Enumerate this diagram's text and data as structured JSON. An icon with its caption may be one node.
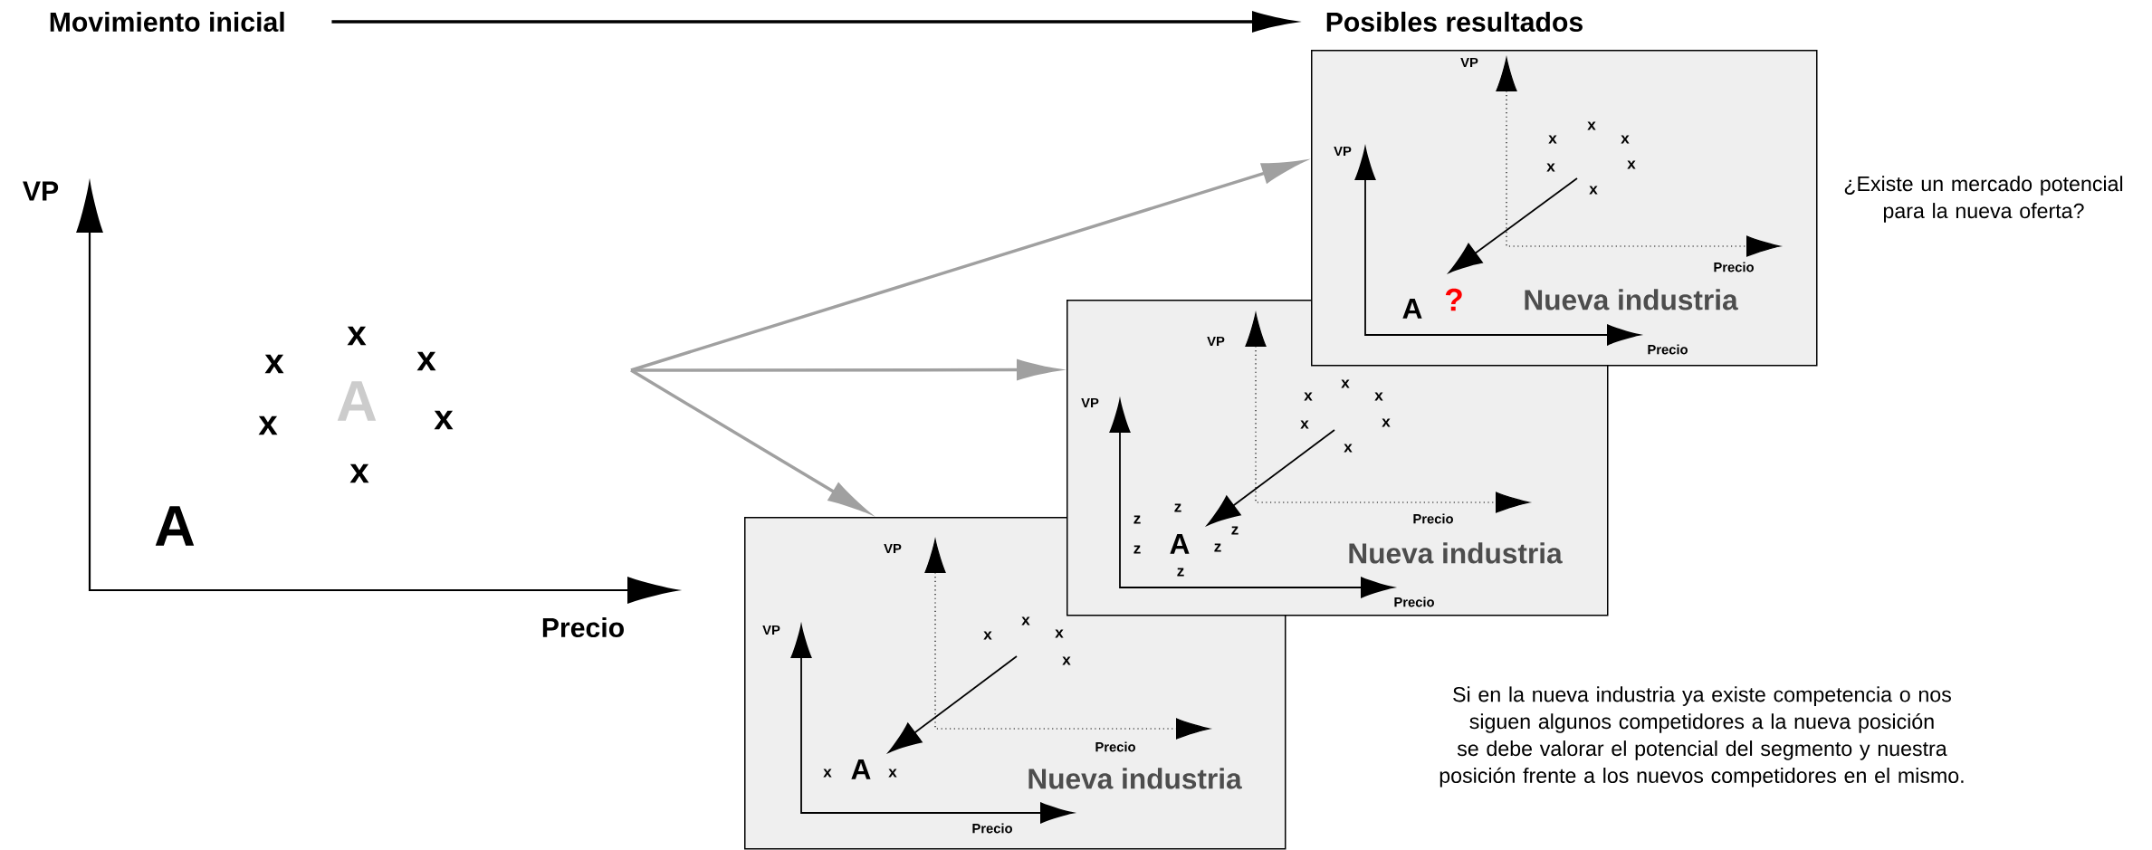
{
  "diagram": {
    "nodes": [
      {
        "text": [
          "Movimiento inicial"
        ]
      },
      {
        "text": [
          "Posibles resultados"
        ]
      },
      {
        "text": [
          "VP",
          "x",
          "x",
          "x",
          "VP",
          "x",
          "x",
          "x",
          "Precio",
          "A",
          "?",
          "Nueva industria",
          "Precio"
        ]
      },
      {
        "text": [
          "VP",
          "x",
          "x",
          "x",
          "VP",
          "x",
          "x",
          "x",
          "z",
          "z",
          "z",
          "Precio",
          "z",
          "A",
          "z",
          "Nueva industria",
          "z",
          "Precio"
        ]
      },
      {
        "text": [
          "VP",
          "VP",
          "x",
          "x",
          "x",
          "x",
          "Precio",
          "x",
          "A",
          "x",
          "Nueva industria",
          "Precio"
        ]
      }
    ],
    "edges": [
      {
        "from": 0,
        "to": 1,
        "arrow": "to",
        "color": "#000000"
      },
      {
        "from": null,
        "to": 2,
        "arrow": "to",
        "color": "#a0a0a0"
      },
      {
        "from": null,
        "to": 3,
        "arrow": "to",
        "color": "#a0a0a0"
      },
      {
        "from": null,
        "to": 4,
        "arrow": "to",
        "color": "#a0a0a0"
      }
    ],
    "labels": [
      "VP",
      "x",
      "x",
      "x",
      "A",
      "x",
      "x",
      "x",
      "A",
      "Precio",
      "¿Existe un mercado potencial para la nueva oferta?",
      "Si en la nueva industria ya existe competencia o nos siguen algunos competidores a la nueva posición se debe valorar el potencial del segmento y nuestra posición frente a los nuevos competidores en el mismo."
    ]
  }
}
